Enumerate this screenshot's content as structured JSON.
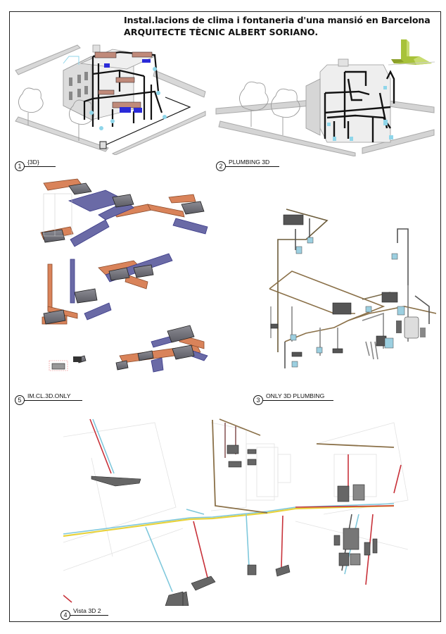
{
  "sheet": {
    "title_line1": "Instal.lacions de clima i fontaneria d'una mansió en Barcelona",
    "title_line2": "ARQUITECTE TÈCNIC ALBERT SORIANO.",
    "logo_icon": "green-angular-logo-icon",
    "colors": {
      "frame": "#222222",
      "logo_green": "#a8c23a",
      "duct_orange": "#d9835a",
      "duct_blue": "#5a5fa8",
      "duct_gray": "#7a7c82",
      "pipe_black": "#111111",
      "pipe_cyan": "#7fc8dc",
      "pipe_red": "#c8323a",
      "pipe_yellow": "#e8d23c",
      "pipe_brown": "#8a7048",
      "building_gray": "#b8b8b8"
    }
  },
  "views": [
    {
      "number": "1",
      "name": "{3D}"
    },
    {
      "number": "2",
      "name": "PLUMBING 3D"
    },
    {
      "number": "5",
      "name": "IM.CL.3D.ONLY"
    },
    {
      "number": "3",
      "name": "ONLY 3D PLUMBING"
    },
    {
      "number": "4",
      "name": "Vista 3D 2"
    }
  ]
}
